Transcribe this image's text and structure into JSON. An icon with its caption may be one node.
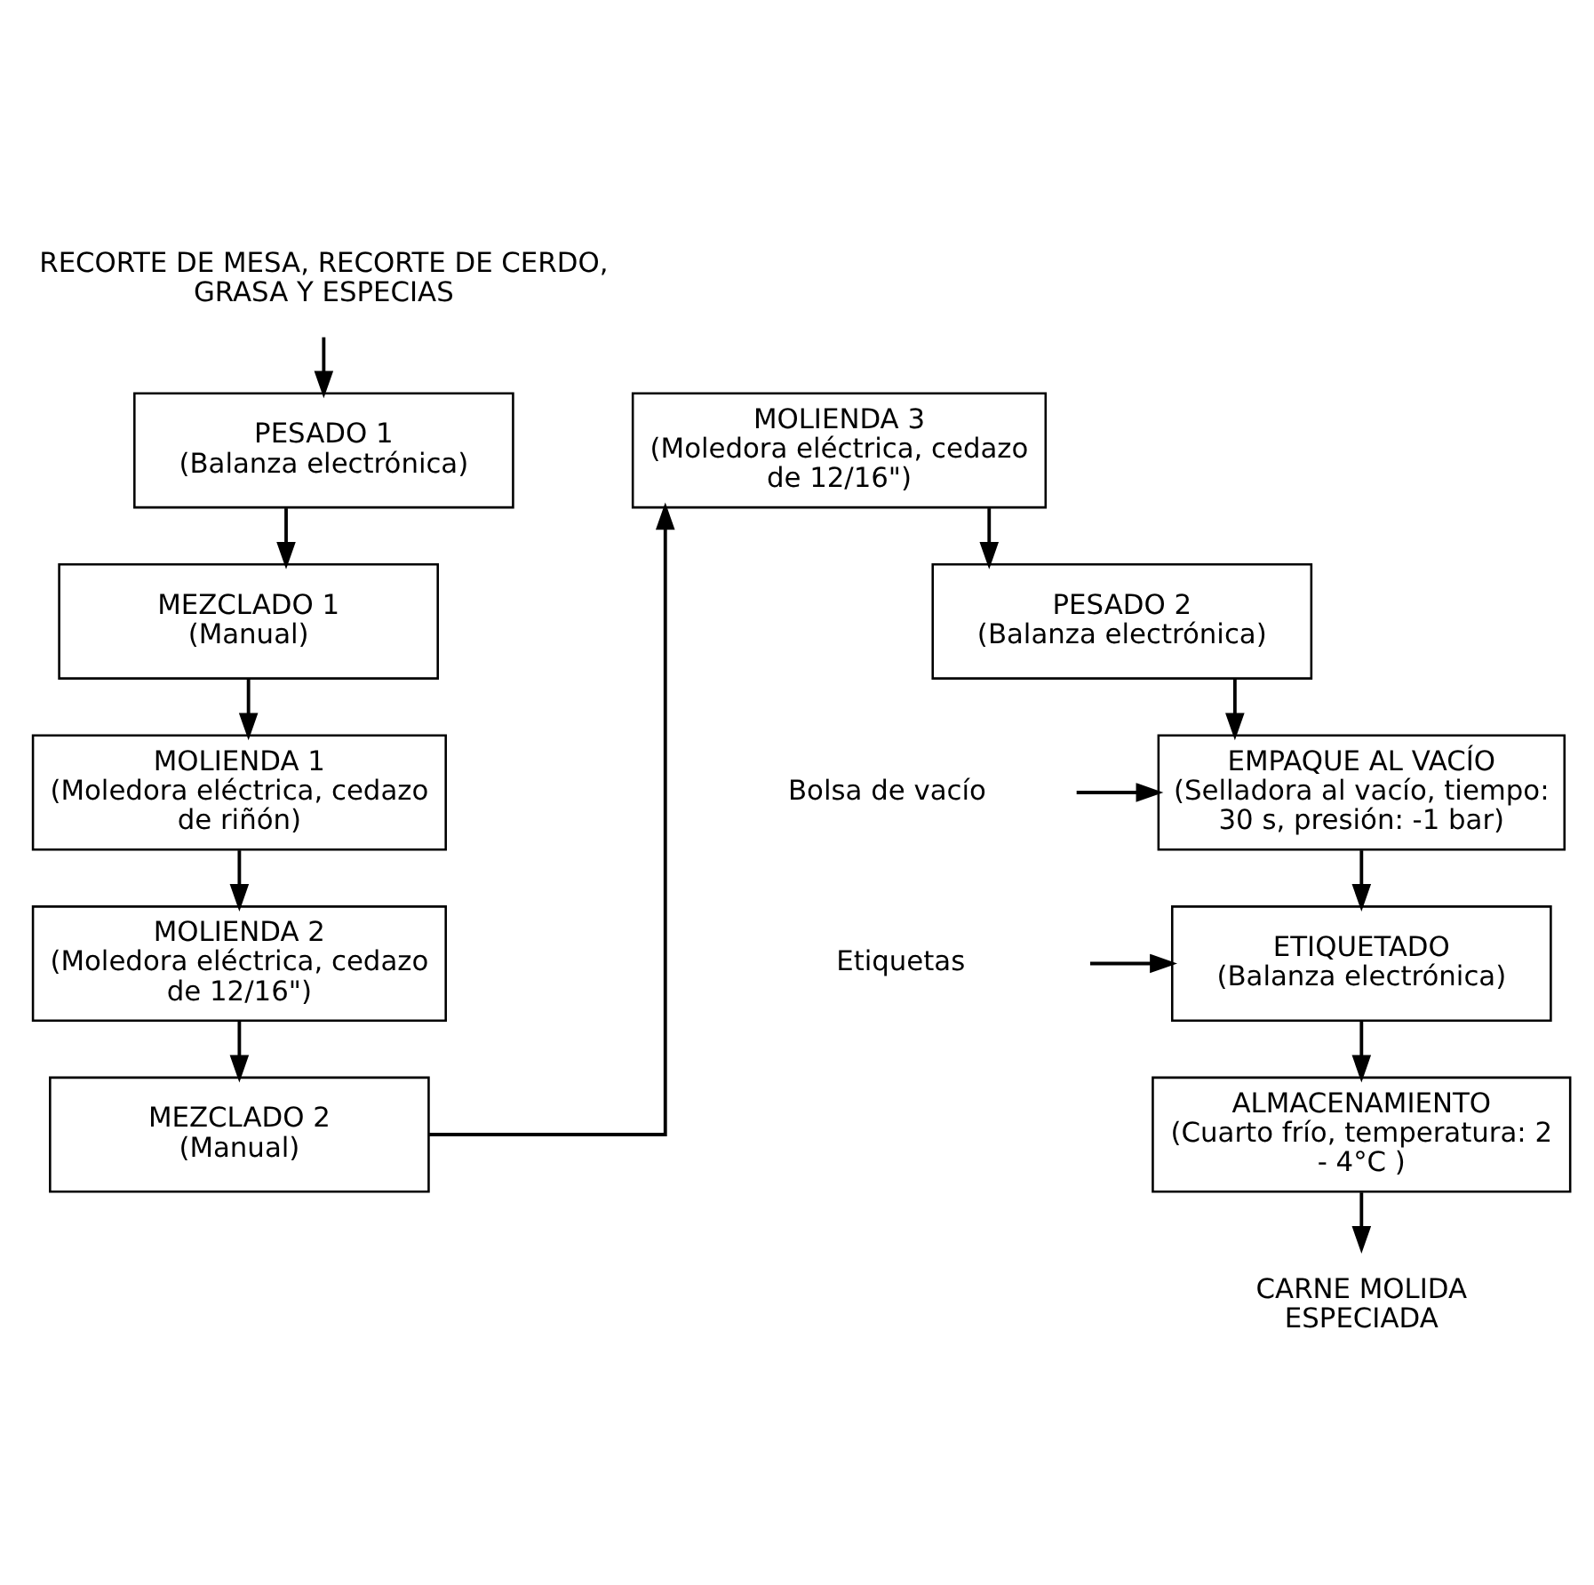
{
  "diagram": {
    "nodes": [
      {
        "text": [
          "RECORTE DE MESA, RECORTE DE CERDO, GRASA Y ESPECIAS"
        ]
      },
      {
        "text": [
          "PESADO 1",
          "(Balanza electrónica)"
        ]
      },
      {
        "text": [
          "MEZCLADO 1",
          "(Manual)"
        ]
      },
      {
        "text": [
          "MOLIENDA 1",
          "(Moledora eléctrica, cedazo de riñón)"
        ]
      },
      {
        "text": [
          "MOLIENDA 2",
          "(Moledora eléctrica, cedazo de 12/16\")"
        ]
      },
      {
        "text": [
          "MEZCLADO 2",
          "(Manual)"
        ]
      },
      {
        "text": [
          "MOLIENDA 3",
          "(Moledora eléctrica, cedazo de 12/16\")"
        ]
      },
      {
        "text": [
          "PESADO 2",
          "(Balanza electrónica)"
        ]
      },
      {
        "text": [
          "Bolsa de vacío"
        ]
      },
      {
        "text": [
          "EMPAQUE AL VACÍO",
          "(Selladora al vacío, tiempo: 30 s, presión: -1 bar)"
        ]
      },
      {
        "text": [
          "Etiquetas"
        ]
      },
      {
        "text": [
          "ETIQUETADO",
          "(Balanza electrónica)"
        ]
      },
      {
        "text": [
          "ALMACENAMIENTO",
          "(Cuarto frío, temperatura: 2 - 4°C )"
        ]
      },
      {
        "text": [
          "CARNE MOLIDA ESPECIADA"
        ]
      }
    ],
    "edges": [
      {
        "from": 0,
        "to": 1,
        "arrow": "to"
      },
      {
        "from": 1,
        "to": 2,
        "arrow": "to"
      },
      {
        "from": 2,
        "to": 3,
        "arrow": "to"
      },
      {
        "from": 3,
        "to": 4,
        "arrow": "to"
      },
      {
        "from": 4,
        "to": 5,
        "arrow": "to"
      },
      {
        "from": 5,
        "to": 6,
        "arrow": "to"
      },
      {
        "from": 6,
        "to": 7,
        "arrow": "to"
      },
      {
        "from": 7,
        "to": 9,
        "arrow": "to"
      },
      {
        "from": 8,
        "to": 9,
        "arrow": "to"
      },
      {
        "from": 9,
        "to": 11,
        "arrow": "to"
      },
      {
        "from": 10,
        "to": 11,
        "arrow": "to"
      },
      {
        "from": 11,
        "to": 12,
        "arrow": "to"
      },
      {
        "from": 12,
        "to": 13,
        "arrow": "to"
      }
    ]
  }
}
